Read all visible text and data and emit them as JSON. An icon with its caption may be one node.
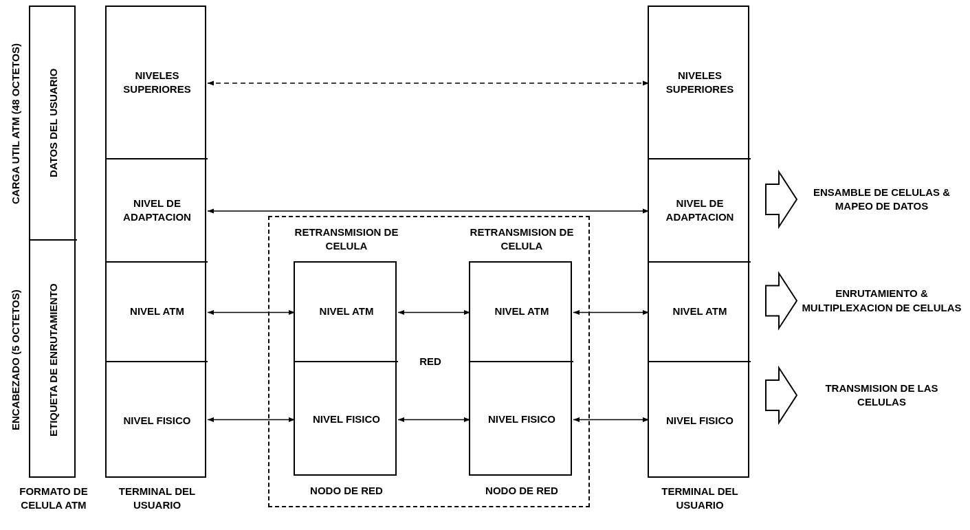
{
  "diagram": {
    "nodes": [
      {
        "text": [
          "FORMATO DE CELULA ATM"
        ]
      },
      {
        "text": [
          "DATOS DEL USUARIO"
        ],
        "in": 0,
        "beside": [
          "CARGA UTIL ATM (48 OCTETOS)"
        ]
      },
      {
        "text": [
          "ETIQUETA DE ENRUTAMIENTO"
        ],
        "in": 0,
        "beside": [
          "ENCABEZADO (5 OCTETOS)"
        ]
      },
      {
        "text": [
          "TERMINAL DEL USUARIO"
        ]
      },
      {
        "text": [
          "NIVELES SUPERIORES"
        ],
        "in": 3
      },
      {
        "text": [
          "NIVEL DE ADAPTACION"
        ],
        "in": 3
      },
      {
        "text": [
          "NIVEL ATM"
        ],
        "in": 3
      },
      {
        "text": [
          "NIVEL FISICO"
        ],
        "in": 3
      },
      {
        "text": [
          "RED"
        ]
      },
      {
        "text": [
          "RETRANSMISION DE CELULA",
          "NODO DE RED"
        ],
        "in": 8
      },
      {
        "text": [
          "NIVEL ATM"
        ],
        "in": 9
      },
      {
        "text": [
          "NIVEL FISICO"
        ],
        "in": 9
      },
      {
        "text": [
          "RETRANSMISION DE CELULA",
          "NODO DE RED"
        ],
        "in": 8
      },
      {
        "text": [
          "NIVEL ATM"
        ],
        "in": 12
      },
      {
        "text": [
          "NIVEL FISICO"
        ],
        "in": 12
      },
      {
        "text": [
          "TERMINAL DEL USUARIO"
        ]
      },
      {
        "text": [
          "NIVELES SUPERIORES"
        ],
        "in": 15
      },
      {
        "text": [
          "NIVEL DE ADAPTACION"
        ],
        "in": 15
      },
      {
        "text": [
          "NIVEL ATM"
        ],
        "in": 15
      },
      {
        "text": [
          "NIVEL FISICO"
        ],
        "in": 15
      },
      {
        "text": [
          "ENSAMBLE DE CELULAS & MAPEO DE DATOS"
        ]
      },
      {
        "text": [
          "ENRUTAMIENTO & MULTIPLEXACION DE CELULAS"
        ]
      },
      {
        "text": [
          "TRANSMISION DE LAS CELULAS"
        ]
      }
    ],
    "edges": [
      {
        "from": 4,
        "to": 16,
        "arrow": "both",
        "style": "dashed"
      },
      {
        "from": 5,
        "to": 17,
        "arrow": "both"
      },
      {
        "from": 6,
        "to": 10,
        "arrow": "both"
      },
      {
        "from": 10,
        "to": 13,
        "arrow": "both"
      },
      {
        "from": 13,
        "to": 18,
        "arrow": "both"
      },
      {
        "from": 7,
        "to": 11,
        "arrow": "both"
      },
      {
        "from": 11,
        "to": 14,
        "arrow": "both"
      },
      {
        "from": 14,
        "to": 19,
        "arrow": "both"
      },
      {
        "from": 17,
        "to": 20,
        "arrow": "to",
        "style": "thick"
      },
      {
        "from": 18,
        "to": 21,
        "arrow": "to",
        "style": "thick"
      },
      {
        "from": 19,
        "to": 22,
        "arrow": "to",
        "style": "thick"
      }
    ]
  }
}
